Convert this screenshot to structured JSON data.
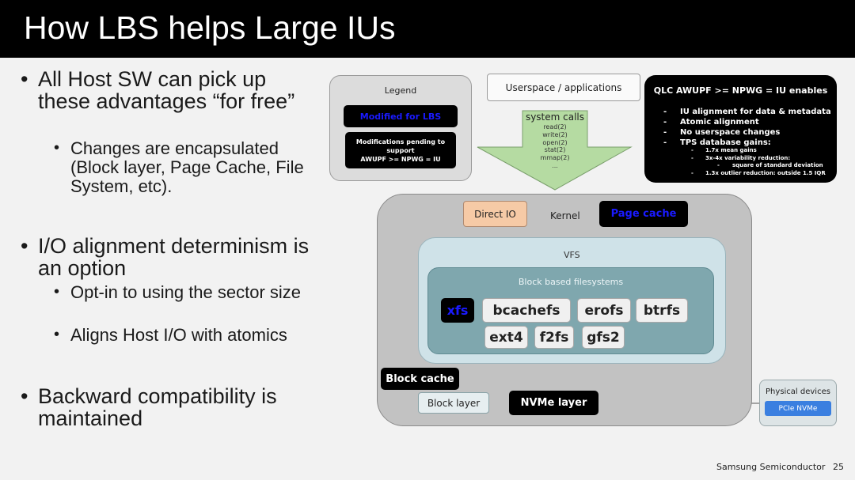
{
  "slide": {
    "title": "How LBS helps Large IUs",
    "footer": "Samsung Semiconductor",
    "page_number": "25"
  },
  "bullets": [
    {
      "text": "All Host SW can pick up these advantages “for free”",
      "sub": [
        "Changes are encapsulated (Block layer, Page Cache, File System, etc)."
      ]
    },
    {
      "text": "I/O alignment determinism is an option",
      "sub": [
        "Opt-in to using the sector size",
        "Aligns Host I/O with atomics"
      ]
    },
    {
      "text": "Backward compatibility is maintained",
      "sub": []
    }
  ],
  "legend": {
    "title": "Legend",
    "modified": "Modified for LBS",
    "pending_l1": "Modifications pending to",
    "pending_l2": "support",
    "pending_l3": "AWUPF >= NPWG = IU"
  },
  "userspace": "Userspace / applications",
  "syscalls": {
    "title": "system calls",
    "items": [
      "read(2)",
      "write(2)",
      "open(2)",
      "stat(2)",
      "mmap(2)",
      "..."
    ]
  },
  "qlc": {
    "title": "QLC AWUPF >= NPWG = IU enables",
    "items": [
      "IU alignment for data & metadata",
      "Atomic alignment",
      "No userspace changes",
      "TPS database gains:"
    ],
    "gains": [
      "1.7x mean gains",
      "3x-4x variability reduction:"
    ],
    "gain_detail": "square of standard deviation",
    "gain_last": "1.3x outlier reduction: outside 1.5 IQR"
  },
  "kernel": {
    "label": "Kernel",
    "direct_io": "Direct IO",
    "page_cache": "Page cache",
    "vfs": "VFS",
    "block_fs": "Block based filesystems",
    "filesystems": {
      "xfs": "xfs",
      "bcachefs": "bcachefs",
      "erofs": "erofs",
      "btrfs": "btrfs",
      "ext4": "ext4",
      "f2fs": "f2fs",
      "gfs2": "gfs2"
    },
    "block_cache": "Block cache",
    "block_layer": "Block layer",
    "nvme_layer": "NVMe layer"
  },
  "physical": {
    "title": "Physical devices",
    "device": "PCIe NVMe"
  },
  "colors": {
    "accent_blue": "#1a1aff",
    "direct_io_fill": "#f6caa6",
    "arrow_green": "#b5dba2",
    "vfs_fill": "#cfe2e8",
    "blockfs_fill": "#7fa7ae",
    "pcie_fill": "#3a7fe0"
  }
}
